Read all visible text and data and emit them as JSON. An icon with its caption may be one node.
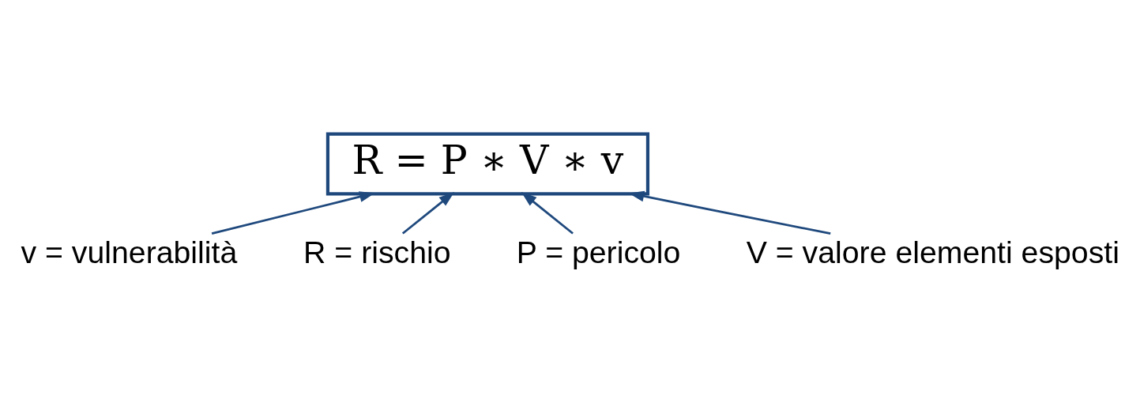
{
  "diagram": {
    "nodes": [
      {
        "text": [
          "R = P ∗ V ∗ v"
        ]
      },
      {
        "text": [
          "v = vulnerabilità"
        ]
      },
      {
        "text": [
          "R = rischio"
        ]
      },
      {
        "text": [
          "P = pericolo"
        ]
      },
      {
        "text": [
          "V = valore elementi esposti"
        ]
      }
    ],
    "edges": [
      {
        "from": 2,
        "to": 0,
        "arrow": "to"
      },
      {
        "from": 3,
        "to": 0,
        "arrow": "to"
      },
      {
        "from": 4,
        "to": 0,
        "arrow": "to"
      },
      {
        "from": 1,
        "to": 0,
        "arrow": "to"
      }
    ]
  }
}
